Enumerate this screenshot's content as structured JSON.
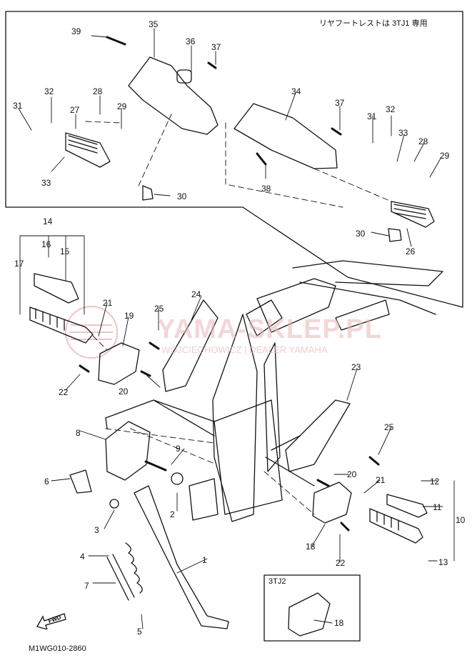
{
  "note": "リヤフートレストは 3TJ1 専用",
  "diagram_code": "M1WG010-2860",
  "variant_label": "3TJ2",
  "watermark": {
    "main": "YAMA-SKLEP.PL",
    "sub": "WOJCIECHOWICZ | DEALER YAMAHA"
  },
  "fwd_label": "FWD",
  "parts": {
    "p1": "1",
    "p2": "2",
    "p3": "3",
    "p4": "4",
    "p5": "5",
    "p6": "6",
    "p7": "7",
    "p8": "8",
    "p9": "9",
    "p10": "10",
    "p11": "11",
    "p12": "12",
    "p13": "13",
    "p14": "14",
    "p15": "15",
    "p16": "16",
    "p17": "17",
    "p18a": "18",
    "p18b": "18",
    "p19": "19",
    "p20a": "20",
    "p20b": "20",
    "p21a": "21",
    "p21b": "21",
    "p22a": "22",
    "p22b": "22",
    "p23": "23",
    "p24": "24",
    "p25a": "25",
    "p25b": "25",
    "p26": "26",
    "p27": "27",
    "p28a": "28",
    "p28b": "28",
    "p29a": "29",
    "p29b": "29",
    "p30a": "30",
    "p30b": "30",
    "p31a": "31",
    "p31b": "31",
    "p32a": "32",
    "p32b": "32",
    "p33a": "33",
    "p33b": "33",
    "p34": "34",
    "p35": "35",
    "p36": "36",
    "p37a": "37",
    "p37b": "37",
    "p38": "38",
    "p39": "39"
  }
}
